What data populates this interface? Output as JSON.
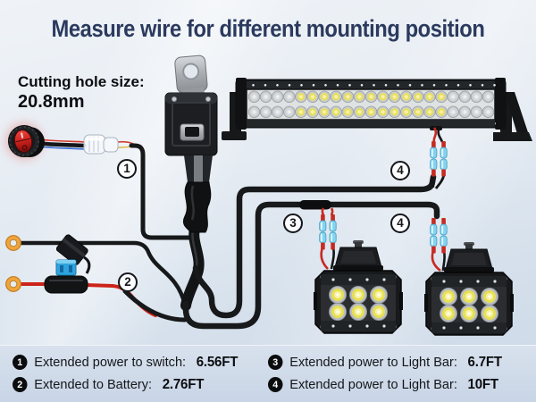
{
  "title": "Measure wire for different mounting position",
  "note": {
    "line1": "Cutting hole size:",
    "line2": "20.8mm"
  },
  "wire_labels": {
    "w1": "1",
    "w2": "2",
    "w3": "3",
    "w4_lightbar": "4",
    "w4_pod": "4"
  },
  "legend": {
    "items": [
      {
        "num": "1",
        "text": "Extended power to switch:",
        "value": "6.56FT"
      },
      {
        "num": "2",
        "text": "Extended to Battery:",
        "value": "2.76FT"
      },
      {
        "num": "3",
        "text": "Extended power to Light Bar:",
        "value": "6.7FT"
      },
      {
        "num": "4",
        "text": "Extended power to Light Bar:",
        "value": "10FT"
      }
    ]
  },
  "lightbar": {
    "rows": 2,
    "columns": 21,
    "yellow_from": 5,
    "yellow_to": 17,
    "screws": 21
  },
  "pod": {
    "rows": 2,
    "columns": 3
  },
  "colors": {
    "title_navy": "#2b3a5e",
    "wire_black": "#17191b",
    "wire_red": "#cc2318",
    "connector_blue": "#82d4ef",
    "heatshrink_red": "#c62a21",
    "terminal_orange": "#f1a43c",
    "fuse_blue": "#2fa3dd",
    "led_yellow": "#e7df5e",
    "switch_red": "#d32f2f"
  }
}
